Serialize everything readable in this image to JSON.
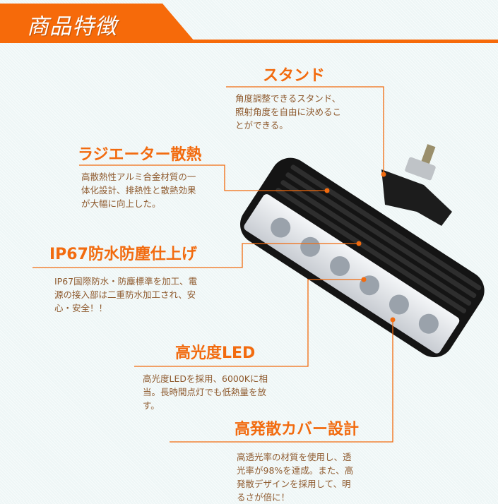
{
  "header": {
    "title": "商品特徴"
  },
  "accent": "#f26b0f",
  "features": [
    {
      "title": "スタンド",
      "desc": [
        "角度調整できるスタンド、",
        "照射角度を自由に決めるこ",
        "とができる。"
      ]
    },
    {
      "title": "ラジエーター散熱",
      "desc": [
        "高散熱性アルミ合金材質の一",
        "体化設計、排熱性と散熱効果",
        "が大幅に向上した。"
      ]
    },
    {
      "title": "IP67防水防塵仕上げ",
      "desc": [
        "IP67国際防水・防塵標準を加工、電",
        "源の接入部は二重防水加工され、安",
        "心・安全！！"
      ]
    },
    {
      "title": "高光度LED",
      "desc": [
        "高光度LEDを採用、6000Kに相",
        "当。長時間点灯でも低熱量を放",
        "す。"
      ]
    },
    {
      "title": "高発散カバー設計",
      "desc": [
        "高透光率の材質を使用し、透",
        "光率が98%を達成。また、高",
        "発散デザインを採用して、明",
        "るさが倍に！"
      ]
    }
  ]
}
